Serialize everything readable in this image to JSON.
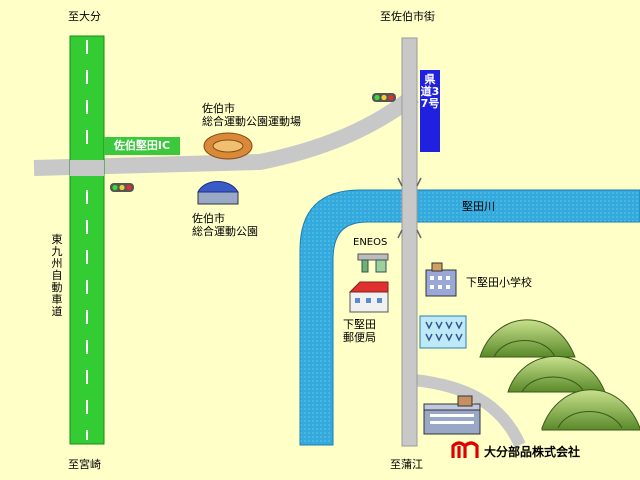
{
  "directions": {
    "north_left": "至大分",
    "north_right": "至佐伯市街",
    "south_left": "至宮崎",
    "south_right": "至蒲江"
  },
  "labels": {
    "ic": "佐伯堅田IC",
    "stadium": "佐伯市\n総合運動公園運動場",
    "gym": "佐伯市\n総合運動公園",
    "river": "堅田川",
    "eneos": "ENEOS",
    "post": "下堅田\n郵便局",
    "school": "下堅田小学校",
    "expressway": "東九州自動車道",
    "prefroad": "県道37号",
    "company": "大分部品株式会社"
  },
  "colors": {
    "background": "#ffffc8",
    "expressway": "#33cc33",
    "road": "#c8c8c8",
    "river": "#33aadd",
    "company_logo": "#e00000"
  },
  "icons": [
    "traffic-light-icon",
    "stadium-icon",
    "gym-icon",
    "gas-station-icon",
    "post-office-icon",
    "school-icon",
    "factory-icon",
    "hill-icon",
    "company-logo-icon"
  ]
}
